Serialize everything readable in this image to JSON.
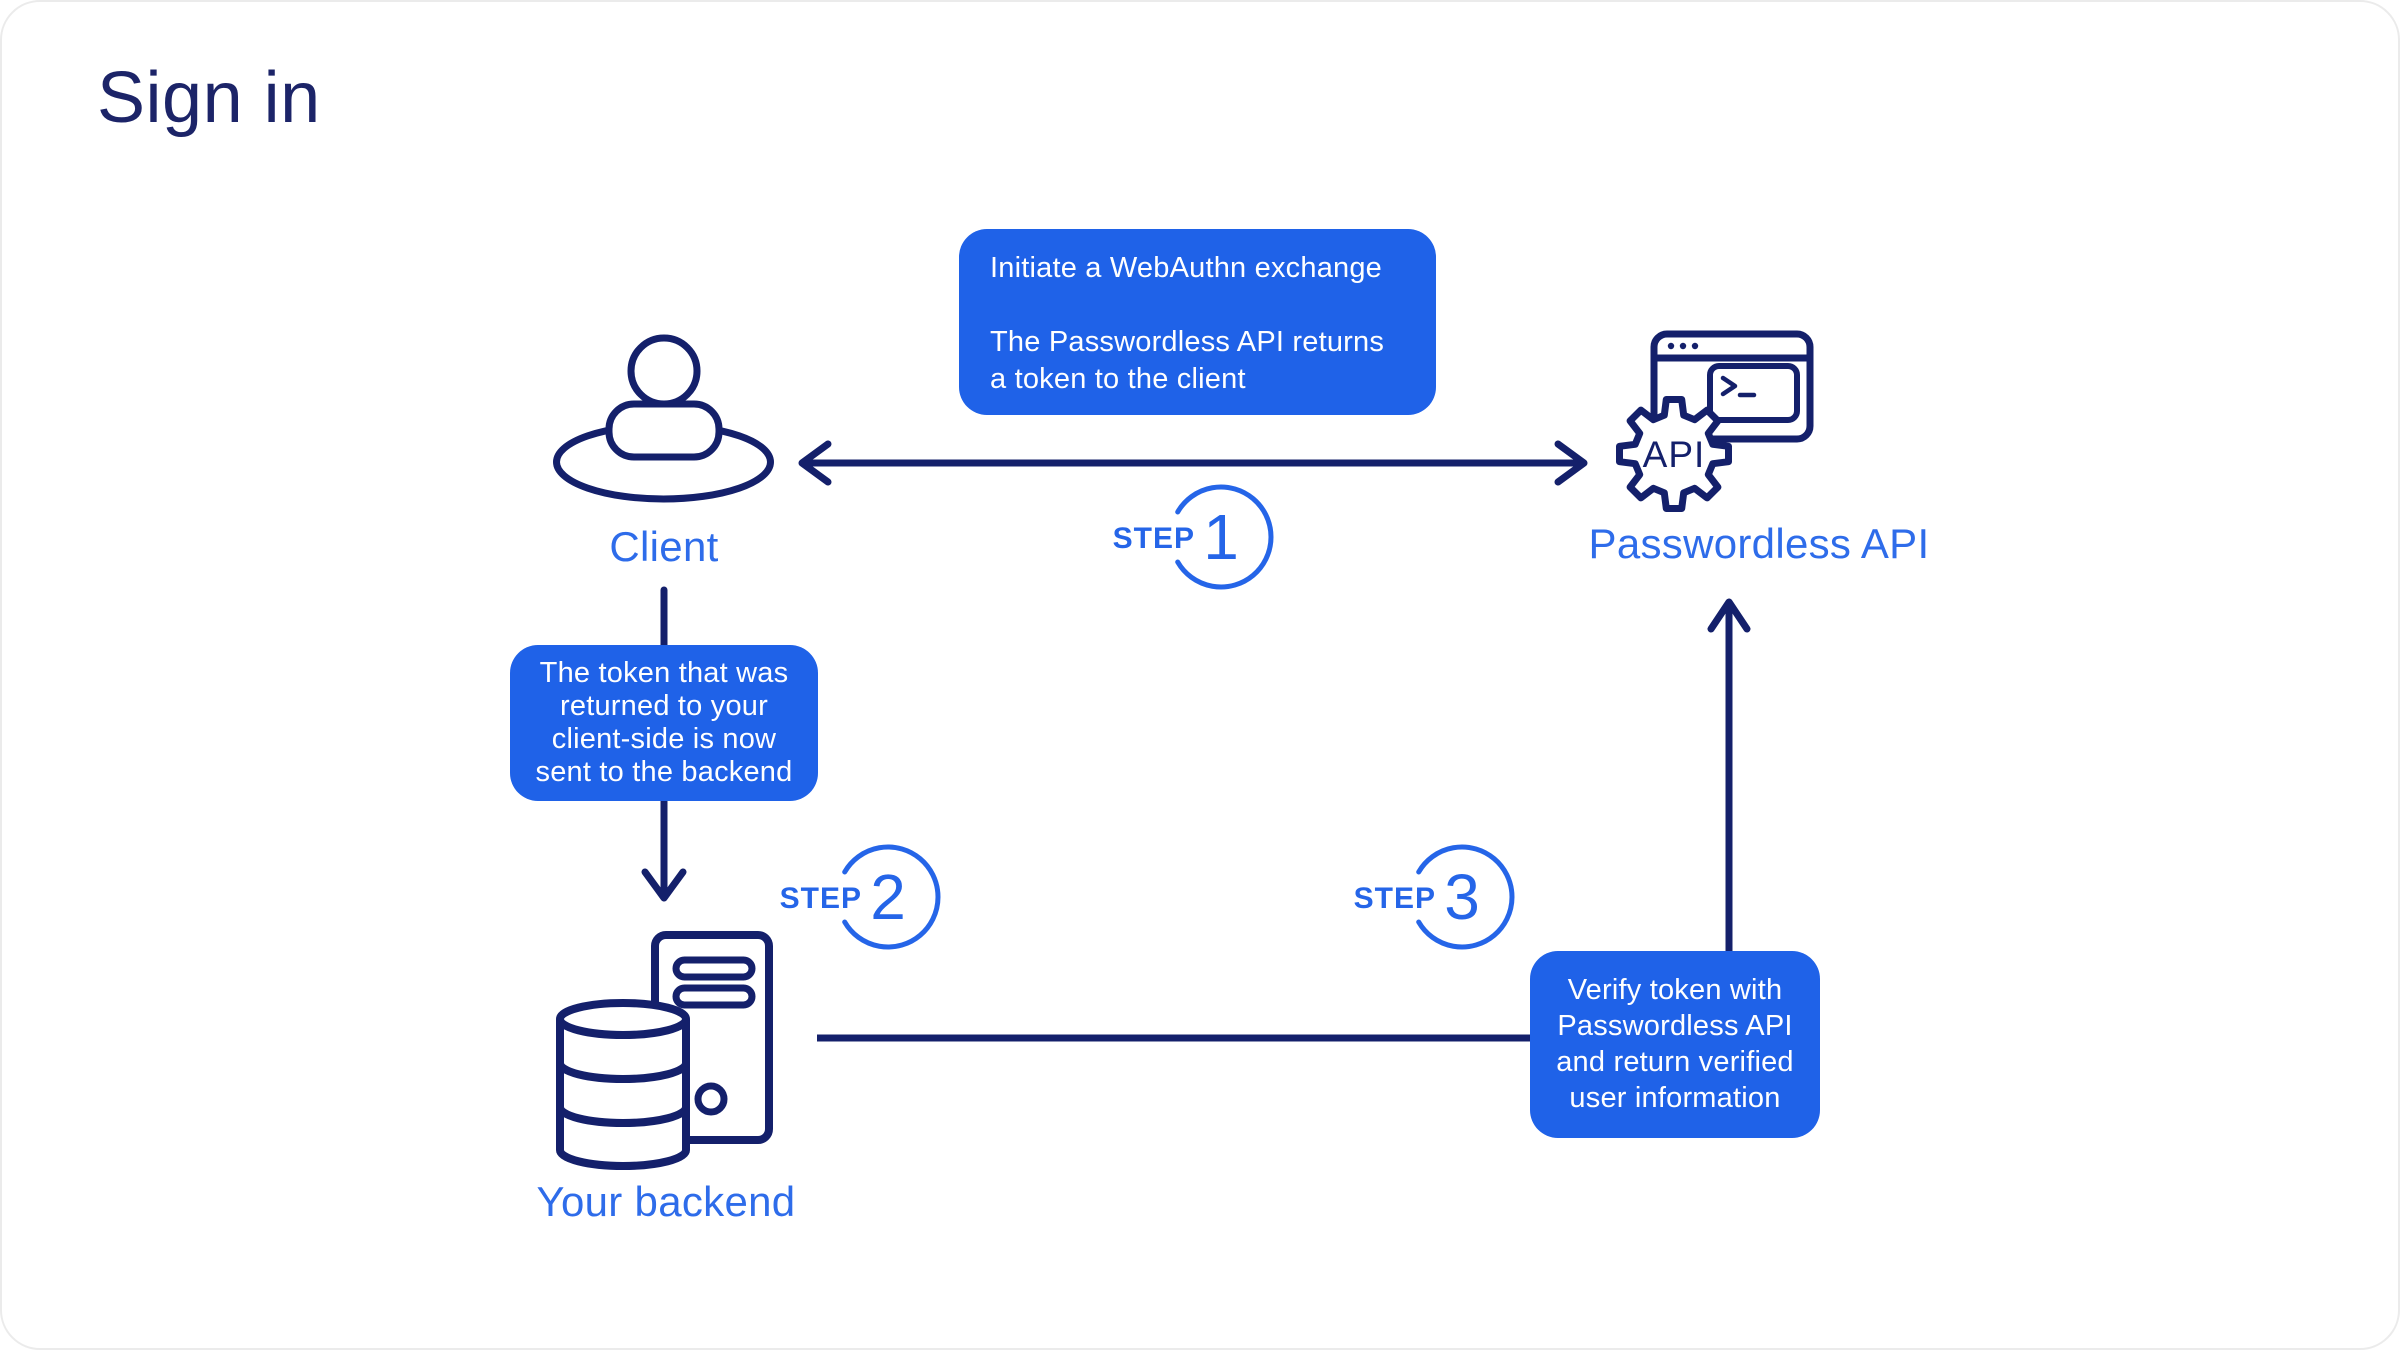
{
  "title": "Sign in",
  "colors": {
    "navy": "#14206B",
    "accent_blue": "#2E6CEA",
    "step_blue": "#2565E8",
    "callout_background": "#1F62E8",
    "callout_text": "#FFFFFF",
    "card_background": "#FFFFFF",
    "card_border": "#EBEBEB"
  },
  "nodes": {
    "client": {
      "label": "Client",
      "icon": "person-on-ellipse-icon"
    },
    "api": {
      "label": "Passwordless API",
      "icon": "browser-terminal-gear-icon",
      "gear_text": "API"
    },
    "backend": {
      "label": "Your backend",
      "icon": "database-server-icon"
    }
  },
  "steps": {
    "prefix": "STEP",
    "one": {
      "number": "1"
    },
    "two": {
      "number": "2"
    },
    "three": {
      "number": "3"
    }
  },
  "callouts": {
    "step1": {
      "paragraphs": [
        "Initiate a WebAuthn exchange",
        "The Passwordless API returns a token to the client"
      ]
    },
    "step2": {
      "lines": [
        "The token that was",
        "returned to your",
        "client-side is now",
        "sent to the backend"
      ]
    },
    "step3": {
      "lines": [
        "Verify token with",
        "Passwordless API",
        "and return verified",
        "user information"
      ]
    }
  }
}
